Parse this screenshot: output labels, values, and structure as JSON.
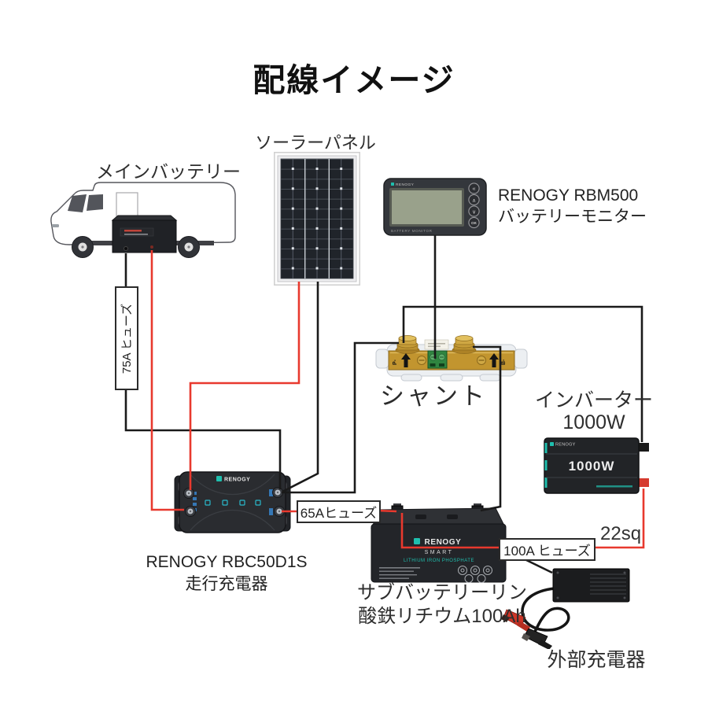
{
  "title": "配線イメージ",
  "labels": {
    "solar_panel": "ソーラーパネル",
    "main_battery": "メインバッテリー",
    "monitor_name": "RENOGY RBM500",
    "monitor_type": "バッテリーモニター",
    "shunt": "シャント",
    "inverter_name": "インバーター",
    "inverter_power": "1000W",
    "charger_name": "RENOGY RBC50D1S",
    "charger_type": "走行充電器",
    "sub_battery_name": "サブバッテリーリン",
    "sub_battery_spec": "酸鉄リチウム100Ah",
    "external_charger": "外部充電器",
    "wire_gauge": "22sq"
  },
  "fuses": {
    "main": "75A ヒューズ",
    "charger": "65Aヒューズ",
    "inverter": "100A ヒューズ"
  },
  "devices": {
    "monitor": {
      "brand": "RENOGY",
      "screen_text": "BATTERY MONITOR",
      "buttons": [
        "«",
        "∧",
        "∨",
        "OK"
      ]
    },
    "inverter": {
      "brand": "RENOGY",
      "power": "1000W"
    },
    "dcdc_charger": {
      "brand": "RENOGY"
    },
    "sub_battery": {
      "brand": "RENOGY",
      "line1": "SMART",
      "line2": "LITHIUM IRON PHOSPHATE"
    }
  },
  "colors": {
    "positive_wire": "#e8392e",
    "negative_wire": "#1a1a1a",
    "brand_teal": "#1fbfae"
  }
}
